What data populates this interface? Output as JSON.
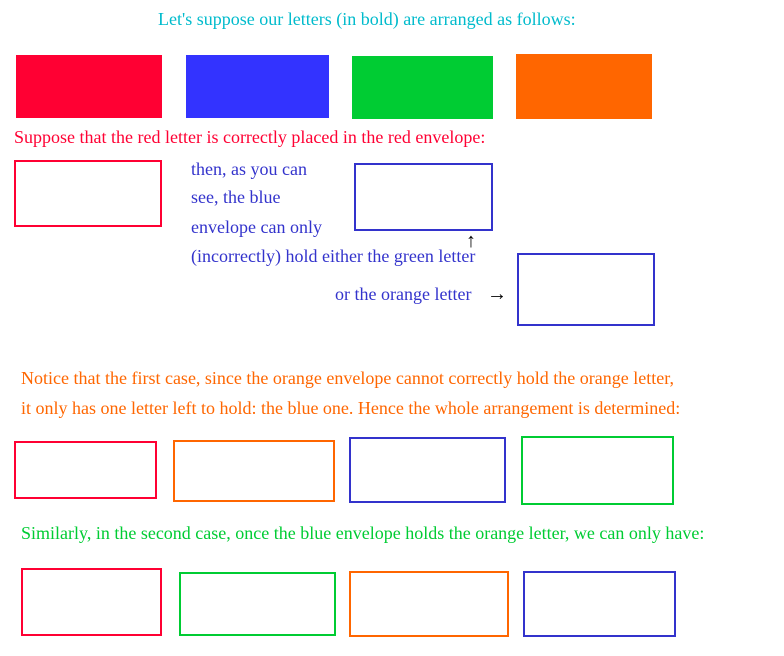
{
  "colors": {
    "red": "#ff0033",
    "blue": "#3333ff",
    "green": "#00cc33",
    "orange": "#ff6600",
    "cyan": "#00bbcc",
    "text_blue": "#3333cc"
  },
  "intro": "Let's suppose our letters (in bold) are arranged as follows:",
  "suppose": "Suppose that the red letter is correctly placed in the red envelope:",
  "explain": {
    "line1": "then, as you can",
    "line2": "see, the blue",
    "line3": "envelope can only",
    "line4": "(incorrectly) hold either the green letter",
    "line5": "or the orange letter"
  },
  "notice": {
    "line1": "Notice that the first case, since the orange envelope cannot correctly hold the orange letter,",
    "line2": "it only has one letter left to hold: the blue one. Hence the whole arrangement is determined:"
  },
  "similarly": "Similarly, in the second case, once the blue envelope holds the orange letter, we can only have:",
  "icons": {
    "up_arrow": "↑",
    "right_arrow": "→"
  }
}
